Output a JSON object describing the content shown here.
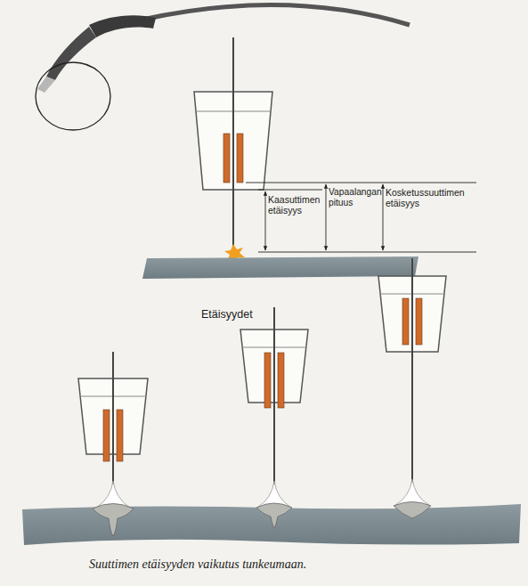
{
  "diagram": {
    "caption": "Suuttimen etäisyyden vaikutus tunkeumaan.",
    "labels": [
      "Kaasuttimen etäisyys",
      "Vapaalangan pituus",
      "Kosketussuuttimen etäisyys",
      "Etäisyydet"
    ]
  }
}
